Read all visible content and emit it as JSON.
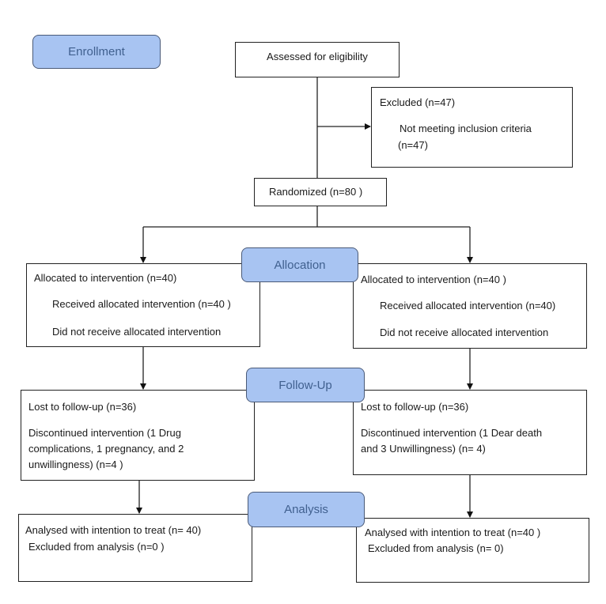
{
  "stages": {
    "enrollment": "Enrollment",
    "allocation": "Allocation",
    "follow_up": "Follow-Up",
    "analysis": "Analysis"
  },
  "enrollment": {
    "assessed": "Assessed for eligibility",
    "excluded": {
      "title": "Excluded  (n=47)",
      "reason_line1": "Not meeting inclusion criteria",
      "reason_line2": "(n=47)"
    },
    "randomized": "Randomized (n=80 )"
  },
  "allocation": {
    "left": {
      "allocated": "Allocated to intervention (n=40)",
      "received": "Received allocated intervention (n=40 )",
      "not_received": "Did not receive allocated intervention"
    },
    "right": {
      "allocated": "Allocated to intervention (n=40 )",
      "received": "Received allocated intervention (n=40)",
      "not_received": "Did not receive allocated intervention"
    }
  },
  "follow_up": {
    "left": {
      "lost": "Lost to follow-up (n=36)",
      "discontinued_line1": "Discontinued intervention (1 Drug",
      "discontinued_line2": "complications, 1 pregnancy, and 2",
      "discontinued_line3": "unwillingness) (n=4 )"
    },
    "right": {
      "lost": "Lost to follow-up (n=36)",
      "discontinued_line1": "Discontinued intervention (1 Dear death",
      "discontinued_line2": "and 3 Unwillingness) (n= 4)"
    }
  },
  "analysis": {
    "left": {
      "analysed": "Analysed with intention to treat (n= 40)",
      "excluded": "Excluded from analysis (n=0 )"
    },
    "right": {
      "analysed": "Analysed with intention to treat  (n=40 )",
      "excluded": "Excluded from analysis (n= 0)"
    }
  },
  "colors": {
    "stage_fill": "#a8c4f2",
    "stage_text": "#40608f",
    "line": "#222222"
  }
}
